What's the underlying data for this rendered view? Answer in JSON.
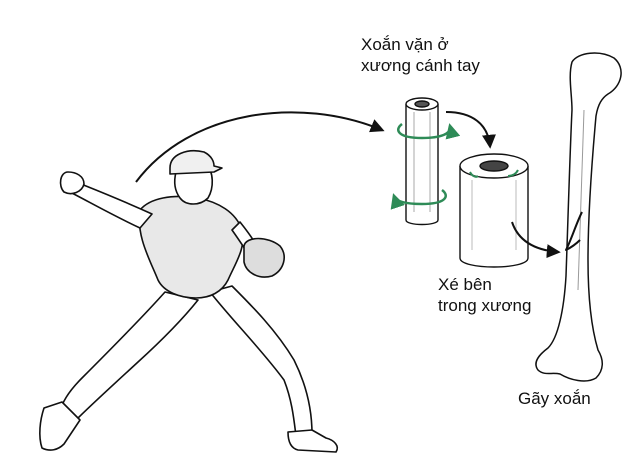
{
  "labels": {
    "twist": {
      "line1": "Xoắn vặn ở",
      "line2": "xương cánh tay"
    },
    "tear": {
      "line1": "Xé bên",
      "line2": "trong xương"
    },
    "fracture": "Gãy xoắn"
  },
  "colors": {
    "line": "#111111",
    "rotation_arrow": "#2e8b57",
    "background": "#ffffff"
  }
}
